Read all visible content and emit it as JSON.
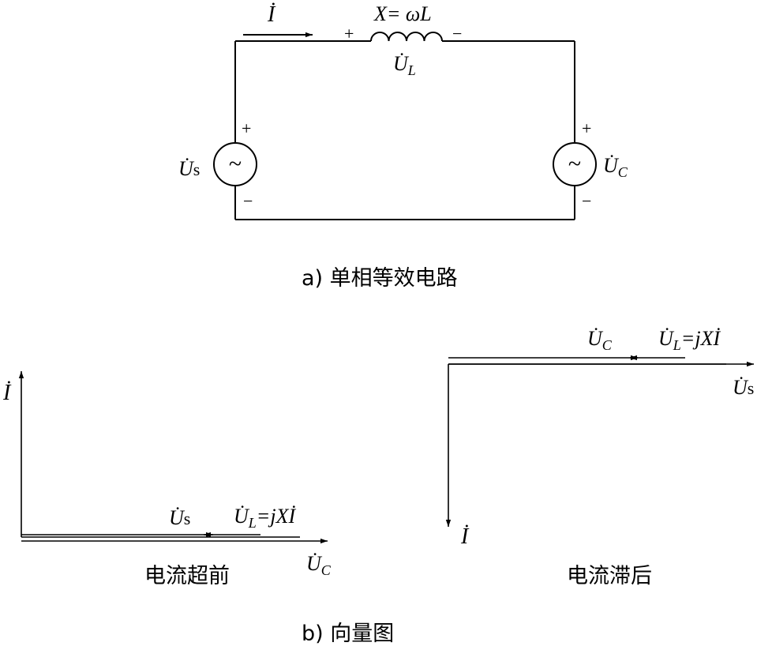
{
  "circuit": {
    "current_symbol": "İ",
    "inductor_reactance": "X= ωL",
    "plus": "+",
    "minus": "−",
    "ul_base": "U̇",
    "ul_sub": "L",
    "us_base": "U̇",
    "us_sub": "s",
    "uc_base": "U̇",
    "uc_sub": "C",
    "ac_symbol": "~"
  },
  "captions": {
    "a": "a)  单相等效电路",
    "b": "b)  向量图",
    "lead": "电流超前",
    "lag": "电流滞后"
  },
  "phasor_lead": {
    "i_label": "İ",
    "us_base": "U̇",
    "us_sub": "s",
    "ul_base": "U̇",
    "ul_sub": "L",
    "ul_eq": "=jXİ",
    "uc_base": "U̇",
    "uc_sub": "C"
  },
  "phasor_lag": {
    "uc_base": "U̇",
    "uc_sub": "C",
    "ul_base": "U̇",
    "ul_sub": "L",
    "ul_eq": "=jXİ",
    "us_base": "U̇",
    "us_sub": "s",
    "i_label": "İ"
  }
}
